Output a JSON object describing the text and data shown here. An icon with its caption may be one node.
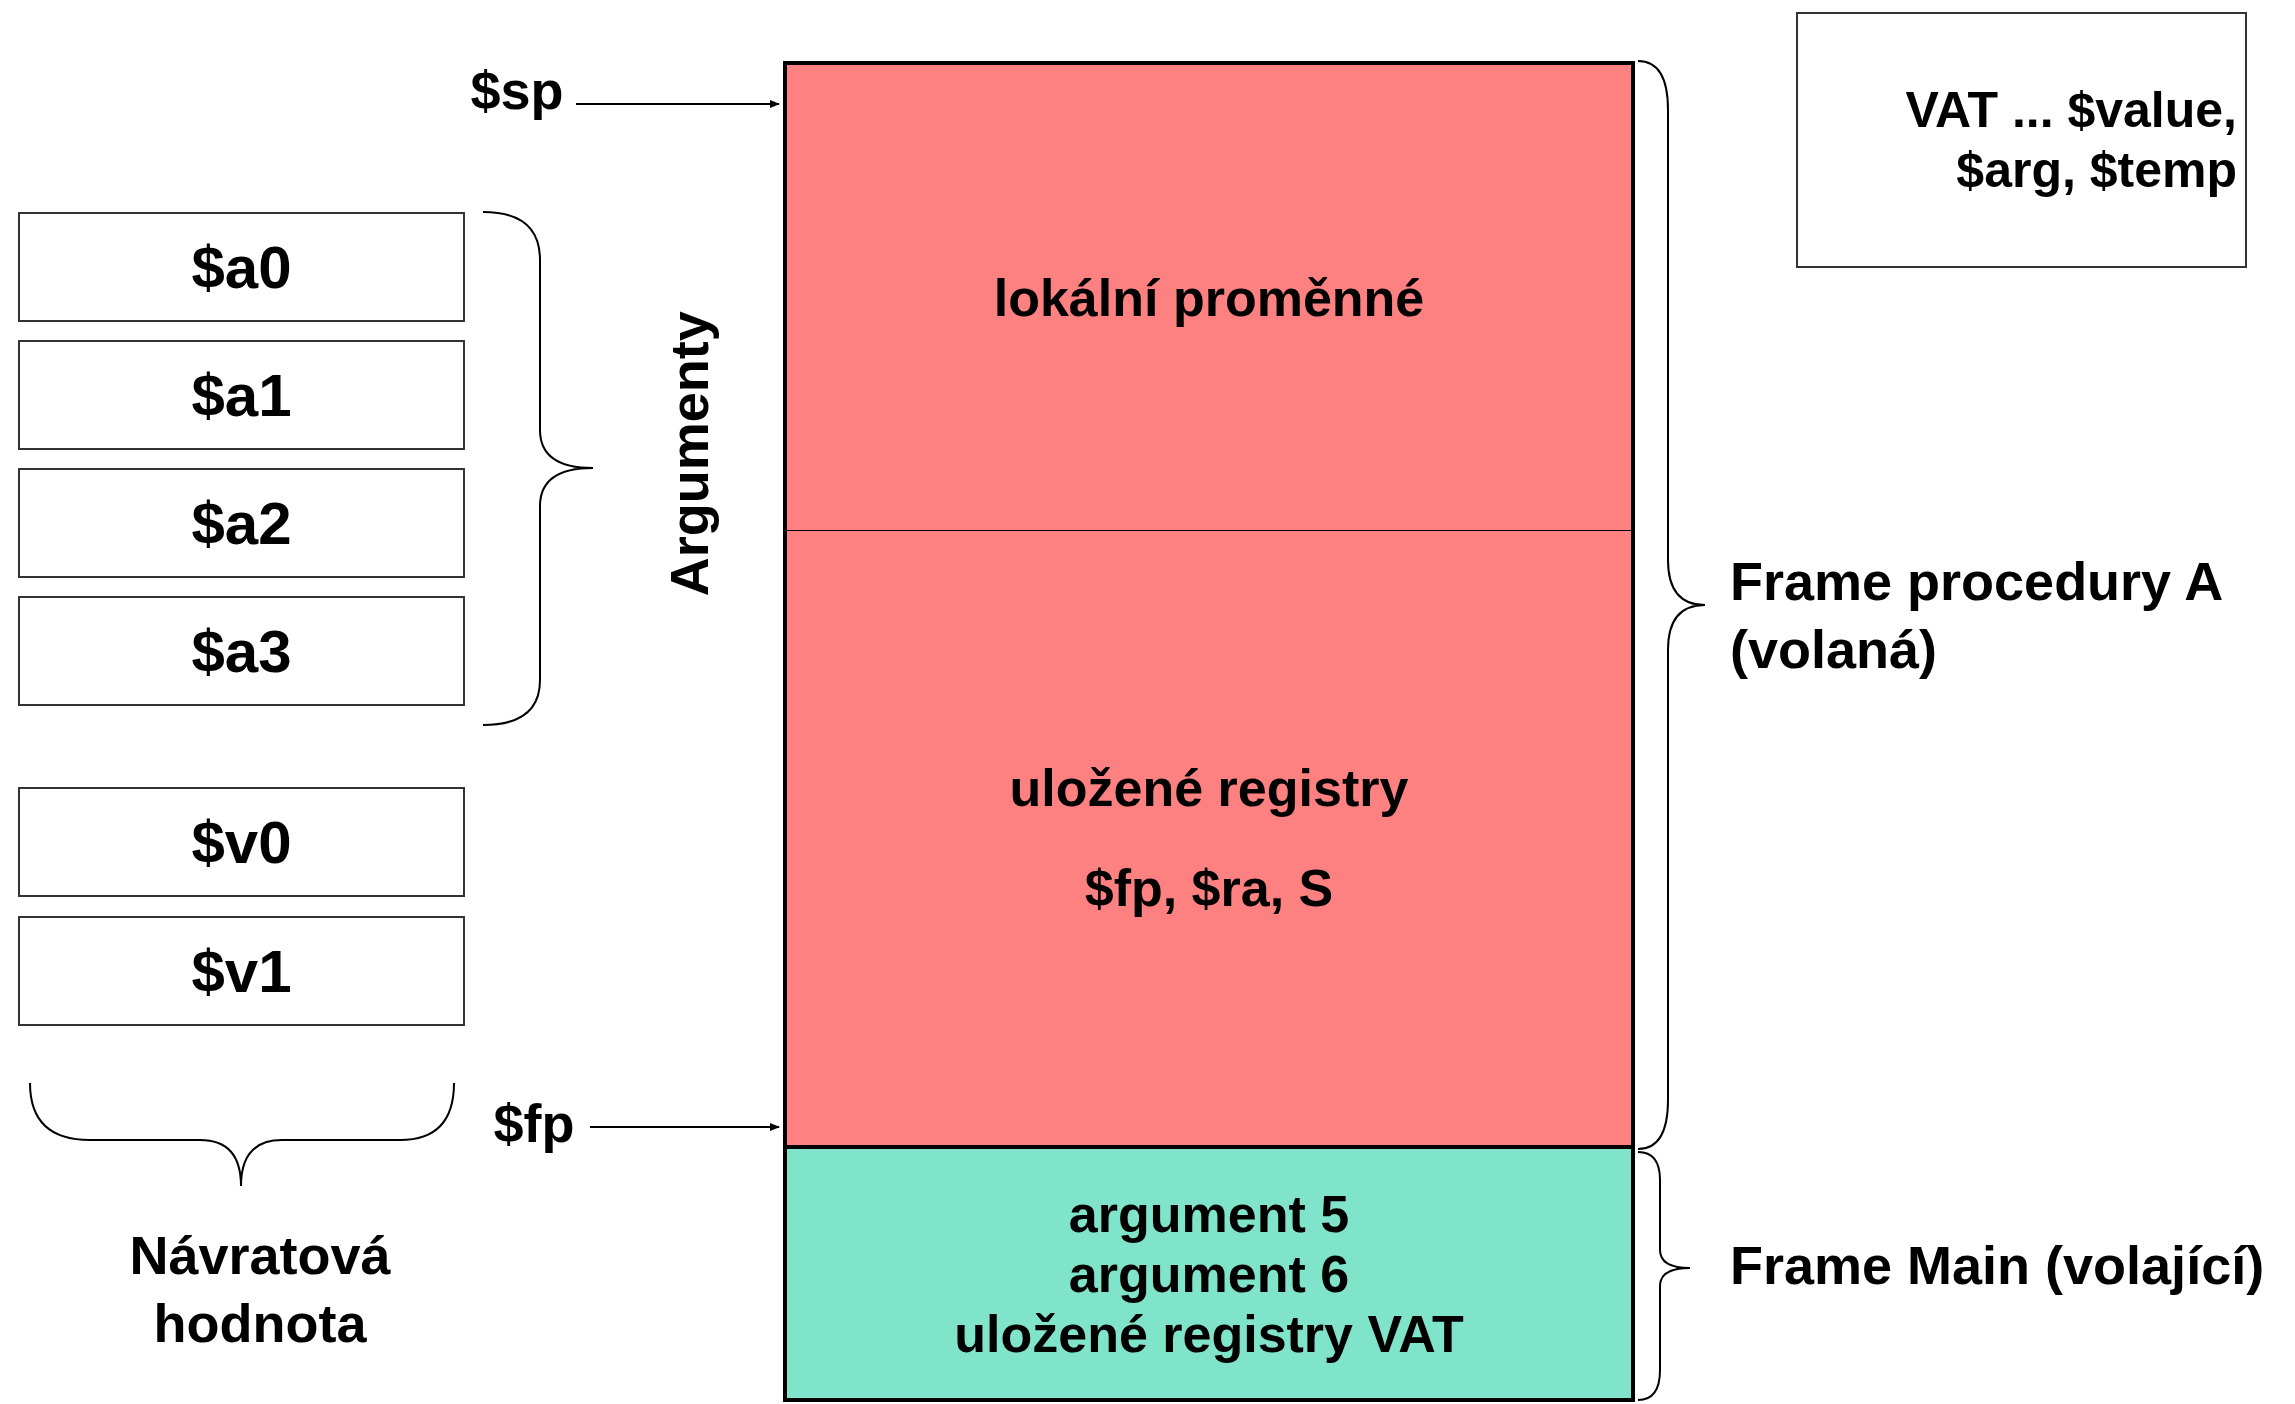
{
  "diagram": {
    "nodes": [
      {
        "text": [
          "$sp"
        ]
      },
      {
        "text": [
          "lokální proměnné"
        ]
      },
      {
        "text": [
          "uložené registry",
          "$fp, $ra, S"
        ]
      },
      {
        "text": [
          "$fp"
        ]
      },
      {
        "text": [
          "argument 5",
          "argument 6",
          "uložené registry VAT"
        ]
      },
      {
        "text": [
          "$a0"
        ]
      },
      {
        "text": [
          "$a1"
        ]
      },
      {
        "text": [
          "$a2"
        ]
      },
      {
        "text": [
          "$a3"
        ]
      },
      {
        "text": [
          "$v0"
        ]
      },
      {
        "text": [
          "$v1"
        ]
      },
      {
        "text": [
          "VAT ... $value, $arg, $temp"
        ]
      }
    ],
    "edges": [
      {
        "from": 0,
        "to": 1,
        "arrow": "to"
      },
      {
        "from": 3,
        "to": 2,
        "arrow": "to"
      }
    ],
    "labels": [
      "Argumenty",
      "Frame procedury A (volaná)",
      "Návratová hodnota",
      "Frame Main (volající)"
    ]
  }
}
